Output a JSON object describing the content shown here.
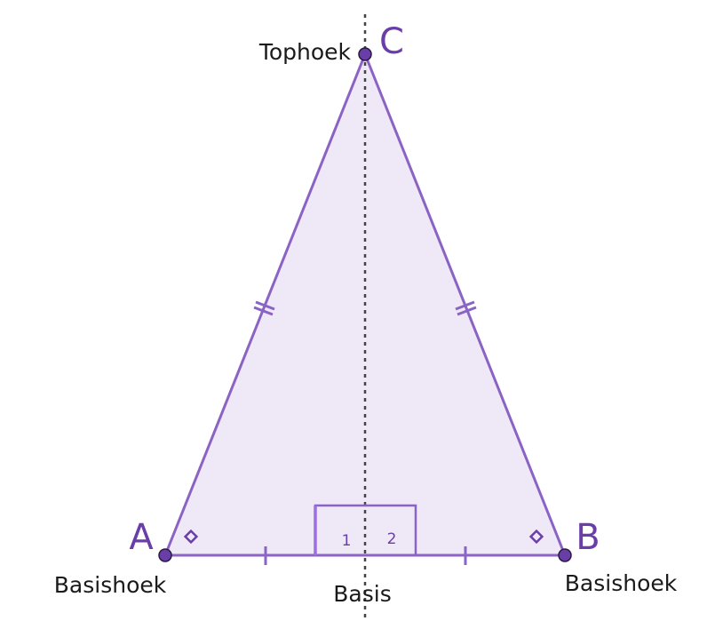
{
  "labels": {
    "vertex_a": "A",
    "vertex_b": "B",
    "vertex_c": "C",
    "top_angle": "Tophoek",
    "base_angle_left": "Basishoek",
    "base_angle_right": "Basishoek",
    "base": "Basis",
    "angle_1": "1",
    "angle_2": "2"
  },
  "colors": {
    "stroke": "#8a63c4",
    "fill": "#efe9f7",
    "point": "#6a3ea8",
    "axis": "#444444"
  }
}
